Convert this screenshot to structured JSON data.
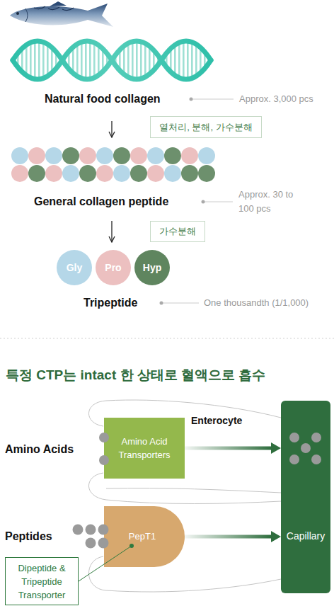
{
  "diagram": {
    "title": "특정 CTP는 intact 한 상태로 혈액으로 흡수",
    "nodes": [
      {
        "text": [
          "열처리, 분해, 가수분해"
        ]
      },
      {
        "text": [
          "가수분해"
        ]
      },
      {
        "text": [
          "Gly"
        ]
      },
      {
        "text": [
          "Pro"
        ]
      },
      {
        "text": [
          "Hyp"
        ]
      },
      {
        "text": [
          "Amino Acid Transporters"
        ]
      },
      {
        "text": [
          "PepT1"
        ]
      },
      {
        "text": [
          "Capillary"
        ]
      },
      {
        "text": [
          "Dipeptide & Tripeptide Transporter"
        ]
      }
    ],
    "edges": [
      {
        "from": 5,
        "to": 7,
        "arrow": "to"
      },
      {
        "from": 6,
        "to": 7,
        "arrow": "to"
      },
      {
        "from": 8,
        "to": 6,
        "arrow": "none"
      }
    ],
    "labels": [
      "Natural food collagen",
      "Approx. 3,000 pcs",
      "General collagen peptide",
      "Approx. 30 to 100 pcs",
      "Tripeptide",
      "One thousandth (1/1,000)",
      "Enterocyte",
      "Amino Acids",
      "Peptides"
    ]
  }
}
